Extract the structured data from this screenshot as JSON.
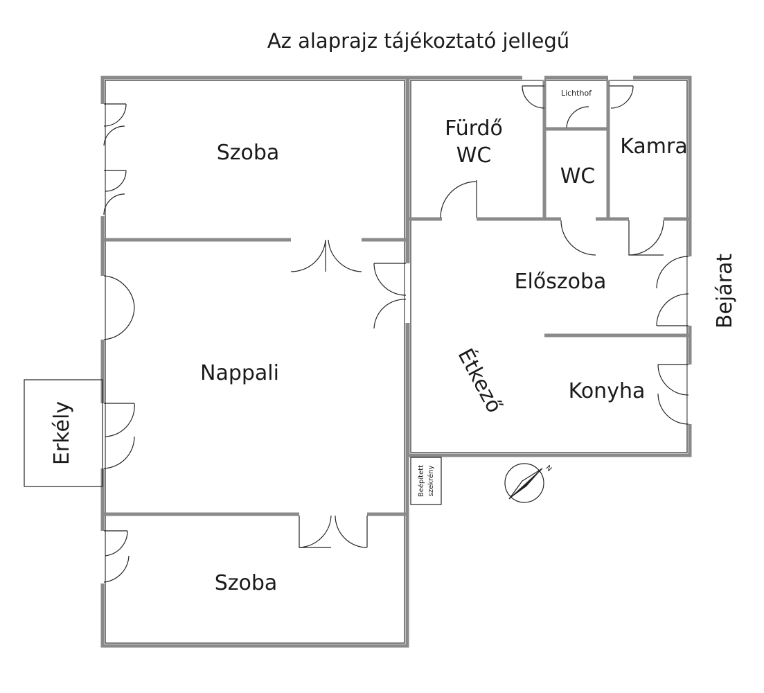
{
  "title": "Az alaprajz tájékoztató jellegű",
  "rooms": {
    "szoba_top": "Szoba",
    "furdo_line1": "Fürdő",
    "furdo_line2": "WC",
    "lichthof": "Lichthof",
    "wc": "WC",
    "kamra": "Kamra",
    "nappali": "Nappali",
    "eloszoba": "Előszoba",
    "etkezo": "Étkező",
    "konyha": "Konyha",
    "szoba_bottom": "Szoba",
    "erkely": "Erkély",
    "bejarat": "Bejárat"
  },
  "cabinet": {
    "line1": "Beépített",
    "line2": "szekrény"
  },
  "compass": {
    "letter": "N",
    "icon": "compass-rose-icon"
  },
  "colors": {
    "wall": "#8a8a8a",
    "line": "#222222",
    "background": "#ffffff"
  }
}
